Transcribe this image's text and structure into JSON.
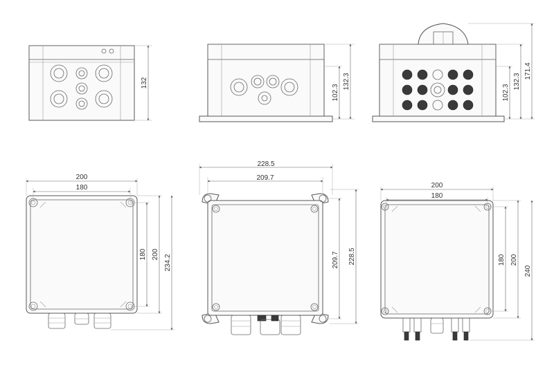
{
  "views": {
    "front_a": {
      "height": "132"
    },
    "front_b": {
      "cover": "132.3",
      "body": "102.3"
    },
    "front_c": {
      "total": "171.4",
      "cover": "132.3",
      "body": "102.3"
    },
    "top_a": {
      "outer_w": "200",
      "inner_w": "180",
      "inner_h": "180",
      "outer_h": "200",
      "total_h": "234.2"
    },
    "top_b": {
      "outer_w": "228.5",
      "inner_w": "209.7",
      "inner_h": "209.7",
      "outer_h": "228.5"
    },
    "top_c": {
      "outer_w": "200",
      "inner_w": "180",
      "inner_h": "180",
      "outer_h": "200",
      "total_h": "240"
    }
  }
}
